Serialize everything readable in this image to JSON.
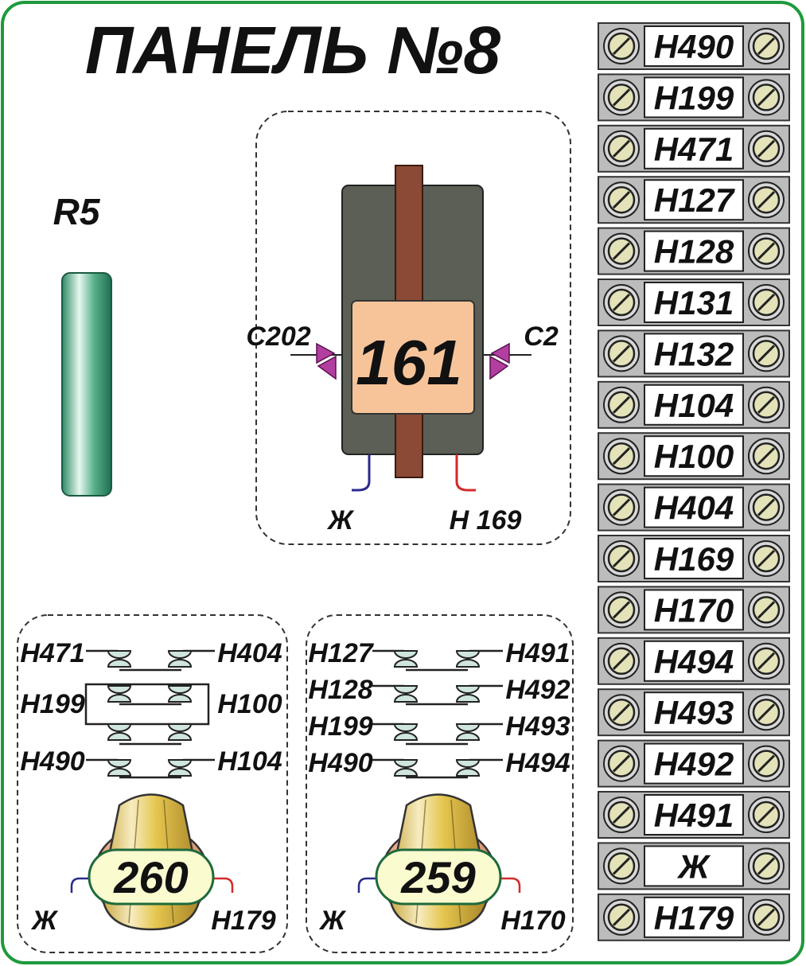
{
  "title": "ПАНЕЛЬ №8",
  "resistor": {
    "label": "R5"
  },
  "relay": {
    "number": "161",
    "left_terminal": "С202",
    "right_terminal": "С2",
    "wire_left": "Ж",
    "wire_right": "Н 169"
  },
  "switch_260": {
    "number": "260",
    "rows": [
      {
        "left": "Н471",
        "right": "Н404"
      },
      {
        "left": "Н199",
        "right": "Н100"
      },
      {
        "left": "Н490",
        "right": "Н104"
      }
    ],
    "wire_left": "Ж",
    "wire_right": "Н179"
  },
  "switch_259": {
    "number": "259",
    "rows": [
      {
        "left": "Н127",
        "right": "Н491"
      },
      {
        "left": "Н128",
        "right": "Н492"
      },
      {
        "left": "Н199",
        "right": "Н493"
      },
      {
        "left": "Н490",
        "right": "Н494"
      }
    ],
    "wire_left": "Ж",
    "wire_right": "Н170"
  },
  "terminal_strip": [
    "Н490",
    "Н199",
    "Н471",
    "Н127",
    "Н128",
    "Н131",
    "Н132",
    "Н104",
    "Н100",
    "Н404",
    "Н169",
    "Н170",
    "Н494",
    "Н493",
    "Н492",
    "Н491",
    "Ж",
    "Н179"
  ],
  "colors": {
    "frame": "#1e9a3c",
    "resistor": "#4aa882",
    "relay_body": "#5c5f55",
    "relay_core": "#8a4a36",
    "relay_label": "#f7c49a",
    "terminal_bg": "#bcbcbc",
    "screw": "#e3e2b8",
    "wire_blue": "#2b2a8c",
    "wire_red": "#d42a2a",
    "capacitor": "#b23fa0",
    "knob": "#e2c95a",
    "label_bg": "#fbfbd0"
  }
}
